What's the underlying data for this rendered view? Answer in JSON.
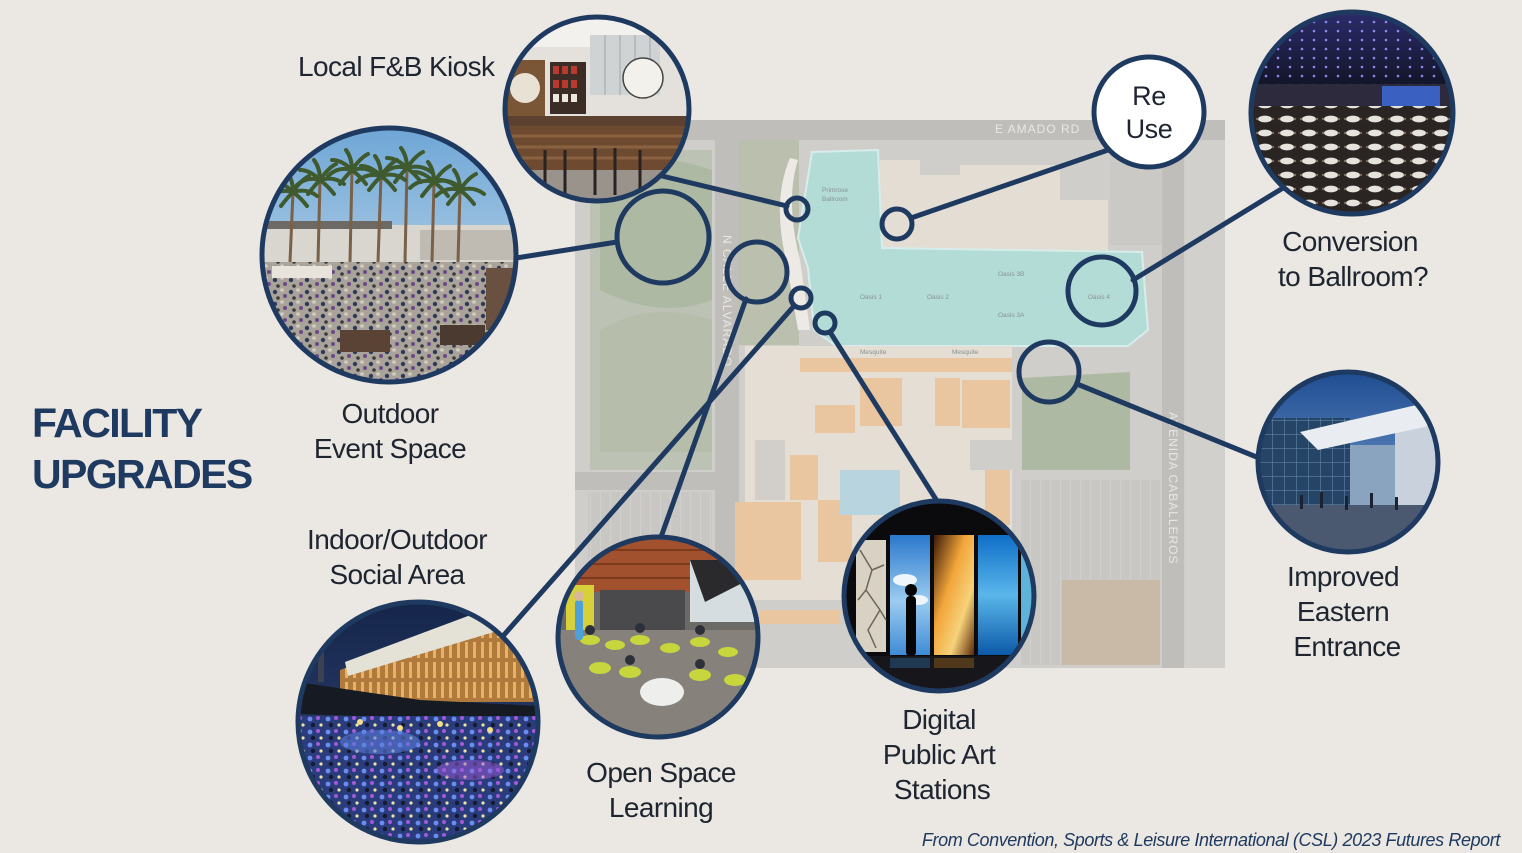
{
  "slide": {
    "title": [
      "FACILITY",
      "UPGRADES"
    ],
    "source_note": "From Convention, Sports & Leisure International (CSL) 2023 Futures Report"
  },
  "callouts": {
    "local_fb_kiosk": {
      "label": [
        "Local F&B Kiosk"
      ]
    },
    "outdoor_event_space": {
      "label": [
        "Outdoor",
        "Event Space"
      ]
    },
    "indoor_outdoor_social_area": {
      "label": [
        "Indoor/Outdoor",
        "Social Area"
      ]
    },
    "open_space_learning": {
      "label": [
        "Open Space",
        "Learning"
      ]
    },
    "digital_public_art_stations": {
      "label": [
        "Digital",
        "Public Art",
        "Stations"
      ]
    },
    "reuse": {
      "label": [
        "Re",
        "Use"
      ]
    },
    "conversion_to_ballroom": {
      "label": [
        "Conversion",
        "to Ballroom?"
      ]
    },
    "improved_eastern_entrance": {
      "label": [
        "Improved",
        "Eastern",
        "Entrance"
      ]
    }
  },
  "map": {
    "streets": [
      "E AMADO RD",
      "N CALLE ALVARADO",
      "AVENIDA CABALLEROS"
    ],
    "rooms": [
      "Primrose",
      "Ballroom",
      "Oasis 1",
      "Oasis 2",
      "Oasis 3B",
      "Oasis 3A",
      "Oasis 4",
      "Mesquite",
      "Mesquite"
    ]
  },
  "colors": {
    "background": "#ebe7e2",
    "accent_navy": "#1f3a60",
    "label_text": "#1e2530",
    "ballroom_cyan": "#afdcd6",
    "meeting_room_orange": "#eac49b"
  }
}
